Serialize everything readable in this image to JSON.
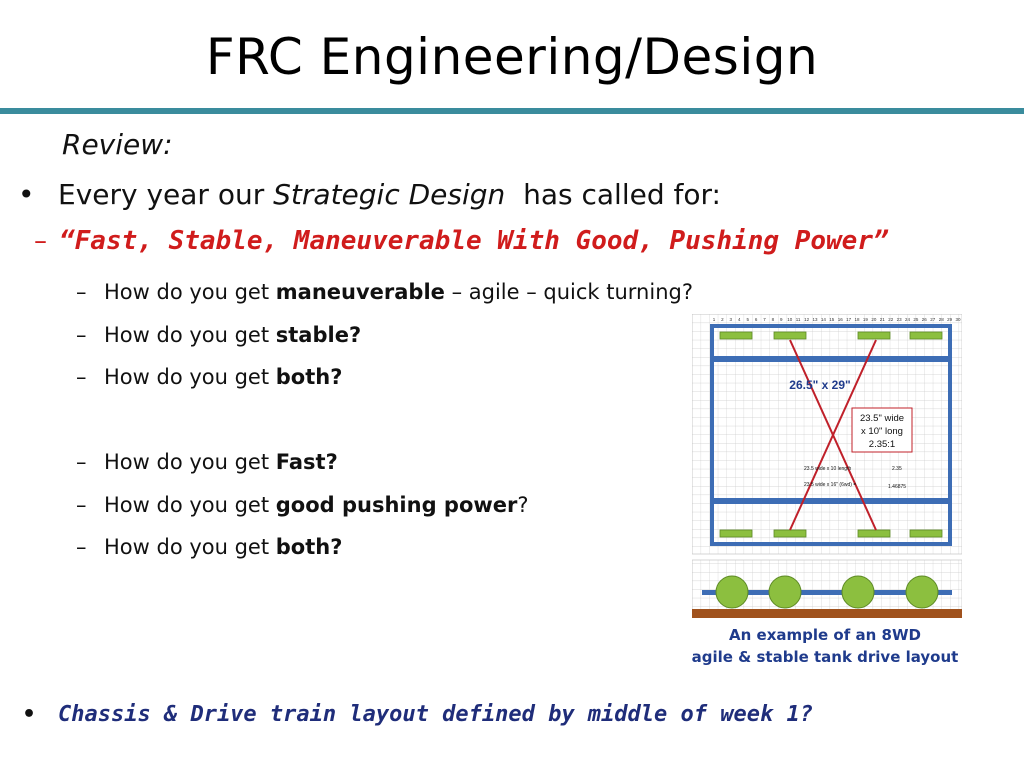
{
  "slide": {
    "title": "FRC Engineering/Design",
    "review": "Review:",
    "bullet1": {
      "text_before": "Every year our ",
      "italic": "Strategic Design",
      "text_after": "  has called for:"
    },
    "quote": "“Fast, Stable, Maneuverable With Good, Pushing Power”",
    "questions": [
      {
        "prefix": "How do you get ",
        "bold": "maneuverable",
        "suffix": " – agile – quick turning?"
      },
      {
        "prefix": "How do you get ",
        "bold": "stable?",
        "suffix": ""
      },
      {
        "prefix": "How do you get ",
        "bold": "both?",
        "suffix": ""
      },
      {
        "prefix": "How do you get ",
        "bold": "Fast?",
        "suffix": ""
      },
      {
        "prefix": "How do you get ",
        "bold": "good pushing power",
        "suffix": "?"
      },
      {
        "prefix": "How do you get ",
        "bold": "both?",
        "suffix": ""
      }
    ],
    "last_bullet": "Chassis & Drive train layout defined by middle of week 1?"
  },
  "diagram": {
    "grid_numbers": [
      "1",
      "2",
      "3",
      "4",
      "5",
      "6",
      "7",
      "8",
      "9",
      "10",
      "11",
      "12",
      "13",
      "14",
      "15",
      "16",
      "17",
      "18",
      "19",
      "20",
      "21",
      "22",
      "23",
      "24",
      "25",
      "26",
      "27",
      "28",
      "29",
      "30"
    ],
    "size_label": "26.5\" x 29\"",
    "box_lines": [
      "23.5\" wide",
      "x 10\" long",
      "2.35:1"
    ],
    "small_line1": "23.5 wide x 10 length",
    "small_val1": "2.35",
    "small_line2": "23.5 wide x 16\" (6wd)  =",
    "small_val2": "1.46875",
    "frame_color": "#3d6db5",
    "wheel_color": "#8cbf3f",
    "cross_color": "#c0202a"
  },
  "caption": {
    "line1": "An example of an 8WD",
    "line2": "agile & stable tank drive layout"
  }
}
